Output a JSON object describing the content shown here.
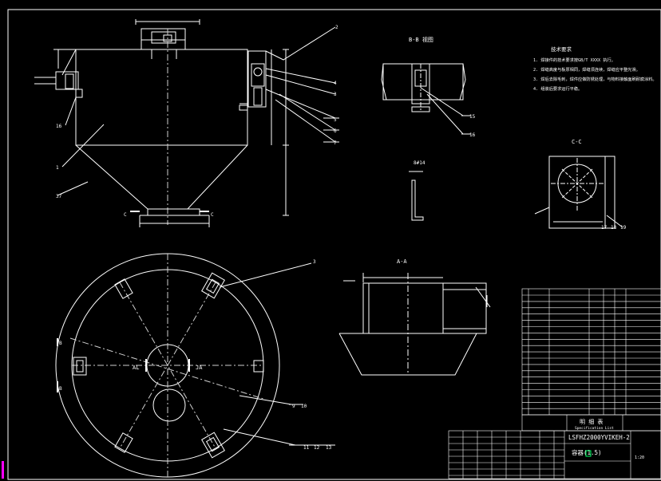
{
  "colors": {
    "background": "#000000",
    "line": "#ffffff",
    "center_line": "#cfcfcf",
    "accent_magenta": "#ff00ff",
    "accent_green": "#00ff66"
  },
  "sheet": {
    "view_bb_label": "B-B 视图",
    "view_cc_label": "C-C",
    "view_aa_label": "A-A",
    "tech_requirements_title": "技术要求",
    "tech_requirements": [
      "1. 焊接件的技术要求按GB/T XXXX 执行。",
      "2. 焊缝高度与板厚相同，焊缝须连续，焊缝应平整光滑。",
      "3. 焊后去除毛刺，焊件应做防锈处理，与物料接触面刷耐腐涂料。",
      "4. 组装后要求运行平稳。"
    ],
    "section_label_c": "C",
    "section_label_a": "A",
    "section_label_b": "B",
    "part_numbers_elevation": [
      "2",
      "4",
      "3",
      "5",
      "6",
      "7",
      "1",
      "16",
      "37"
    ],
    "part_numbers_plan": [
      "3",
      "9",
      "10",
      "11",
      "12",
      "13"
    ],
    "part_numbers_bb": [
      "15",
      "16"
    ],
    "part_numbers_cc": [
      "17",
      "18",
      "19"
    ],
    "channel_label": "8#14",
    "plan_label_A_left": "AL",
    "plan_label_A_right": "JA",
    "bom_header_title": "明 细 表",
    "bom_header_subtitle": "Specification List",
    "title_block_drawing_no": "LSFHZ2000YVIKEH-2",
    "title_block_name": "容器(1.5)",
    "title_block_scale": "1:20"
  }
}
